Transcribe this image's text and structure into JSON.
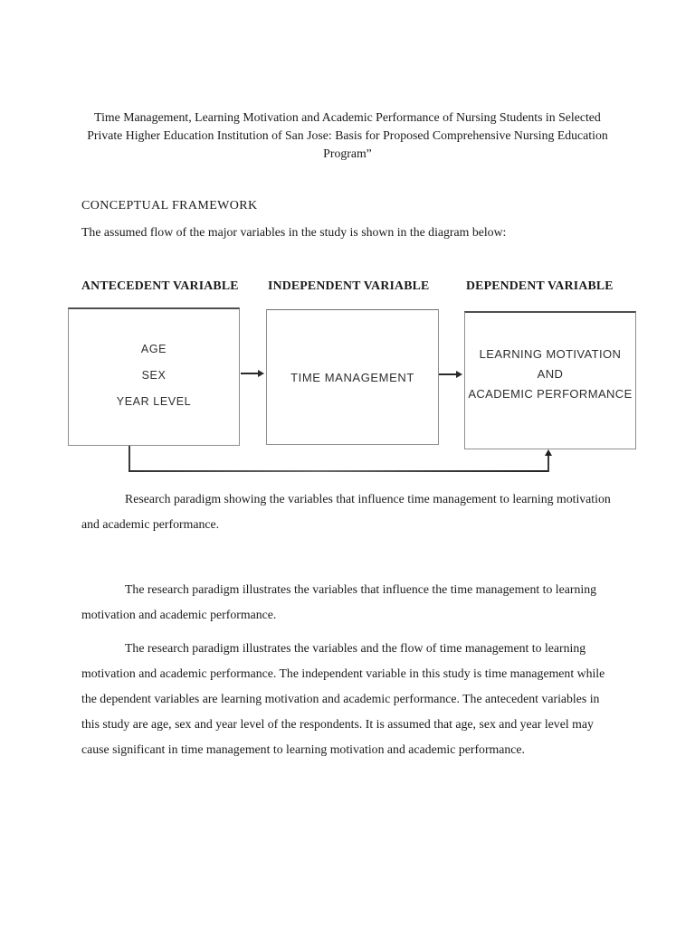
{
  "colors": {
    "page_background": "#ffffff",
    "text": "#1a1a1a",
    "box_border": "#8e8e8e",
    "connector_line": "#2a2a2a"
  },
  "document": {
    "title": "Time Management, Learning Motivation and Academic Performance of Nursing Students in Selected Private Higher Education Institution of San Jose: Basis for Proposed Comprehensive Nursing Education Program”",
    "section_heading": "CONCEPTUAL FRAMEWORK",
    "intro_text": "The assumed flow of the major variables in the study is shown in the diagram below:",
    "diagram": {
      "columns": [
        {
          "header": "ANTECEDENT VARIABLE",
          "box_lines": [
            "AGE",
            "SEX",
            "YEAR LEVEL"
          ]
        },
        {
          "header": "INDEPENDENT VARIABLE",
          "box_lines": [
            "TIME MANAGEMENT"
          ]
        },
        {
          "header": "DEPENDENT VARIABLE",
          "box_lines": [
            "LEARNING MOTIVATION AND",
            "ACADEMIC PERFORMANCE"
          ]
        }
      ],
      "flow": "antecedent → independent → dependent, with feedback line from antecedent box bottom into dependent box bottom"
    },
    "caption": "Research paradigm showing the variables that influence time management to learning motivation and academic performance.",
    "paragraphs": [
      "The research paradigm illustrates the variables that influence the time management to learning motivation and academic performance.",
      "The research paradigm illustrates the variables and the flow of time management to learning motivation and academic performance. The independent variable in this study is time management while the dependent variables are learning motivation and academic performance. The antecedent variables in this study are age, sex and year level of the respondents. It is assumed that age, sex and year level may cause significant in time management to learning motivation and academic performance."
    ]
  }
}
